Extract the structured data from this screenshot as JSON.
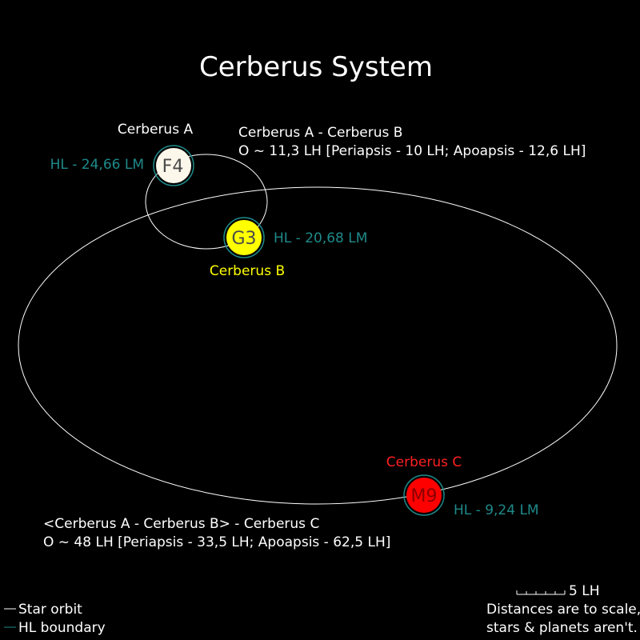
{
  "title": "Cerberus System",
  "colors": {
    "background": "#000000",
    "orbit": "#ffffff",
    "hl_boundary": "#1f8a8a",
    "label_white": "#ffffff"
  },
  "stars": {
    "a": {
      "name": "Cerberus A",
      "class": "F4",
      "hl": "HL - 24,66 LM",
      "fill": "#fbf7ea",
      "name_color": "#ffffff",
      "code_color": "#4a4a4a"
    },
    "b": {
      "name": "Cerberus B",
      "class": "G3",
      "hl": "HL - 20,68 LM",
      "fill": "#ffff00",
      "name_color": "#ffff00",
      "code_color": "#4a4a4a"
    },
    "c": {
      "name": "Cerberus C",
      "class": "M9",
      "hl": "HL - 9,24 LM",
      "fill": "#ff0000",
      "name_color": "#ff2020",
      "code_color": "#8a0000"
    }
  },
  "orbits": {
    "inner": {
      "line1": "Cerberus A - Cerberus B",
      "line2": "O ~ 11,3 LH [Periapsis - 10 LH; Apoapsis - 12,6 LH]"
    },
    "outer": {
      "line1": "<Cerberus A - Cerberus B> - Cerberus C",
      "line2": "O ~ 48 LH [Periapsis - 33,5 LH; Apoapsis - 62,5 LH]"
    }
  },
  "legend": {
    "star_orbit": "Star orbit",
    "hl_boundary": "HL boundary"
  },
  "scale": {
    "label": "5 LH",
    "note_line1": "Distances are to scale,",
    "note_line2": "stars & planets aren't."
  }
}
